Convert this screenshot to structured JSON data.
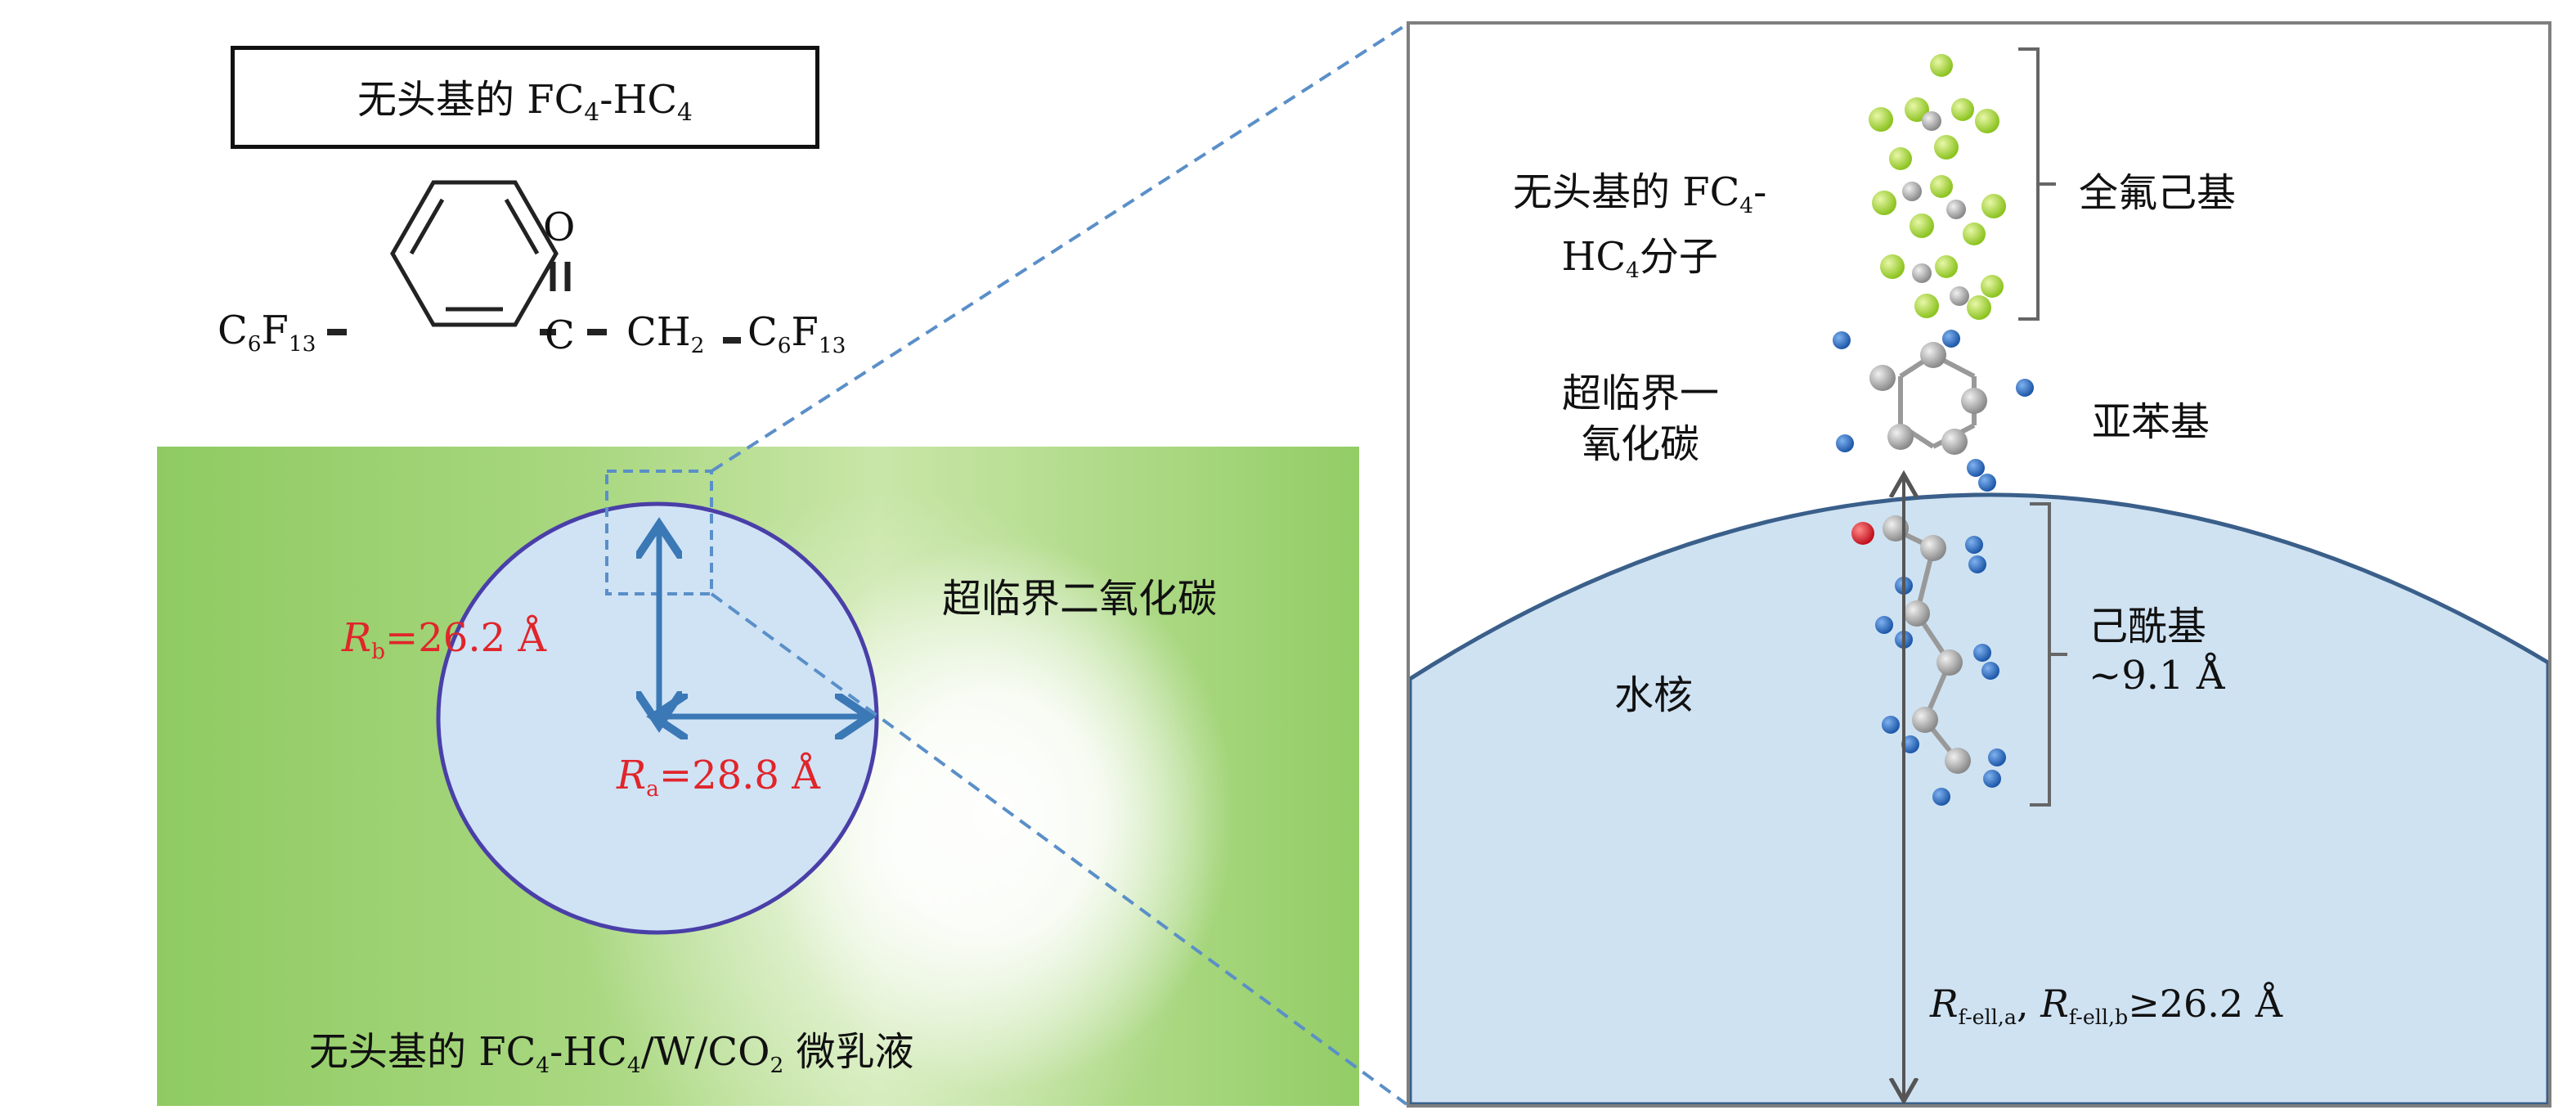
{
  "title_box": {
    "prefix": "无头基的 FC",
    "sub1": "4",
    "mid": "-HC",
    "sub2": "4"
  },
  "formula": {
    "oxygen": "O",
    "carbon": "C",
    "left_group": "C",
    "left_sub1": "6",
    "left_mid": "F",
    "left_sub2": "13",
    "ch2": "CH",
    "ch2_sub": "2",
    "right_group": "C",
    "right_sub1": "6",
    "right_mid": "F",
    "right_sub2": "13"
  },
  "left_panel": {
    "rb_symbol": "R",
    "rb_sub": "b",
    "rb_value": "=26.2 Å",
    "ra_symbol": "R",
    "ra_sub": "a",
    "ra_value": "=28.8 Å",
    "scco2_label": "超临界二氧化碳",
    "bottom_prefix": "无头基的 FC",
    "bottom_sub1": "4",
    "bottom_mid": "-HC",
    "bottom_sub2": "4",
    "bottom_mid2": "/W/CO",
    "bottom_sub3": "2",
    "bottom_suffix": " 微乳液"
  },
  "right_panel": {
    "molecule_line1_prefix": "无头基的 FC",
    "molecule_line1_sub": "4",
    "molecule_line1_suffix": "-",
    "molecule_line2_prefix": "HC",
    "molecule_line2_sub": "4",
    "molecule_line2_suffix": "分子",
    "perfluoro_label": "全氟己基",
    "scco2_line1": "超临界一",
    "scco2_line2": "氧化碳",
    "phenylene_label": "亚苯基",
    "hexanoyl_label": "己酰基",
    "hexanoyl_length": "~9.1 Å",
    "core_label": "水核",
    "radius_symbol1": "R",
    "radius_sub1": "f-ell,a",
    "radius_sep": ", ",
    "radius_symbol2": "R",
    "radius_sub2": "f-ell,b",
    "radius_value": "≥26.2 Å"
  },
  "colors": {
    "ellipse_stroke": "#4a3fa8",
    "ellipse_fill": "#cfe3f5",
    "arrow": "#3b78b6",
    "dashed_line": "#5a8fc8",
    "red_label": "#e0252b",
    "water_core": "#cfe2f2",
    "fluorine_atom": "#a6d63a",
    "carbon_atom": "#a8a8a8",
    "hydrogen_atom": "#2f6fc0",
    "oxygen_atom": "#d0202a"
  }
}
